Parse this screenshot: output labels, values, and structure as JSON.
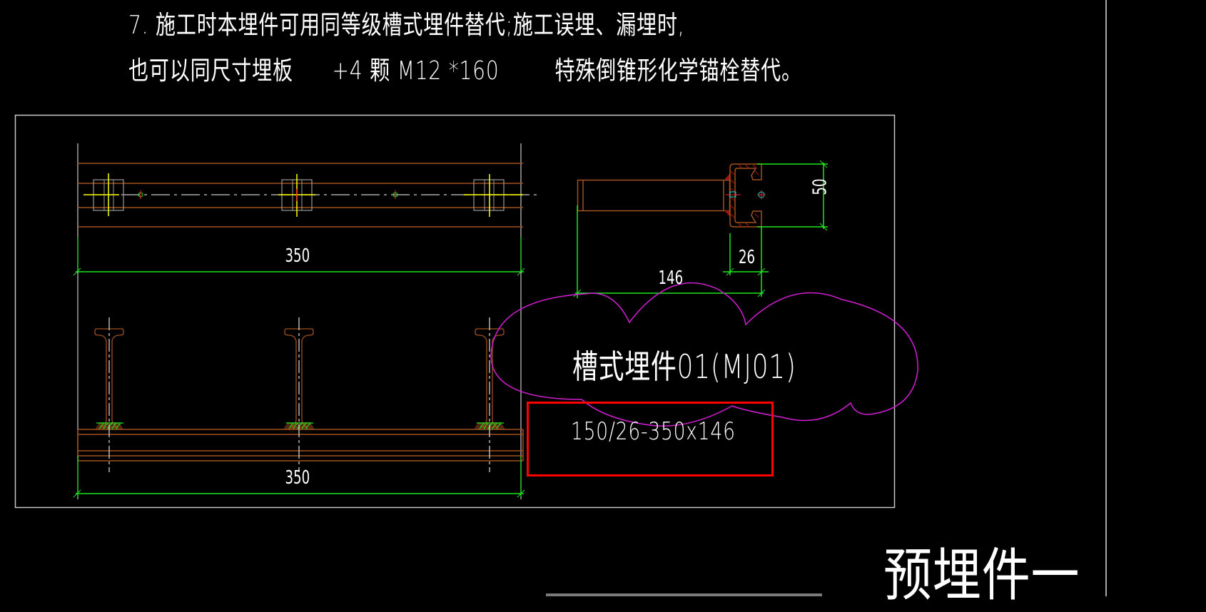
{
  "notes": {
    "line1": "7. 施工时本埋件可用同等级槽式埋件替代;施工误埋、漏埋时,",
    "line2_part1": "也可以同尺寸埋板",
    "line2_part2": "+4  颗 M12 *160",
    "line2_part3": "特殊倒锥形化学锚栓替代。"
  },
  "drawing": {
    "top_view_dimension": "350",
    "bottom_view_dimension": "350",
    "side_view_height_dimension": "50",
    "side_view_channel_dimension": "26",
    "side_view_length_dimension": "146",
    "cloud_label": "槽式埋件01(MJ01)",
    "highlighted_spec": "150/26-350x146",
    "section_title": "预埋件一"
  },
  "colors": {
    "background": "#000000",
    "steel": "#a0501e",
    "dimension": "#1ee61e",
    "centerline": "#c8c8c8",
    "axis": "#ffff00",
    "revision_cloud": "#d21ed2",
    "highlight_box": "#ff0000",
    "hatch": "#a01414",
    "frame": "#c8c8c8"
  }
}
